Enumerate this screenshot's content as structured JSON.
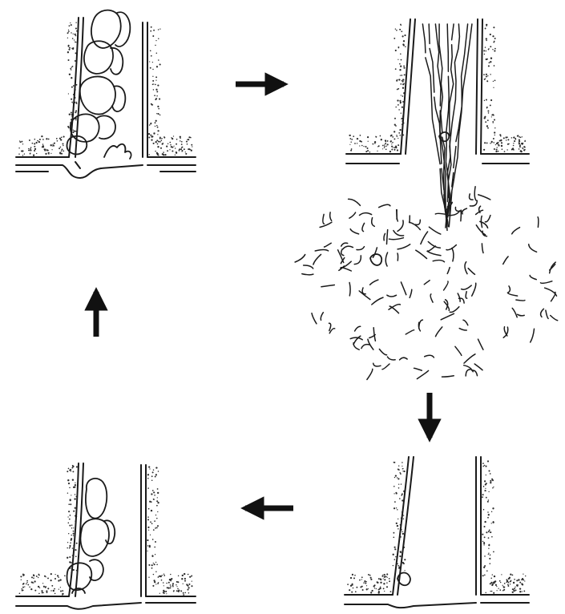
{
  "figure": {
    "panels": [
      {
        "id": "top-left",
        "stage": "cells-developing-in-canal"
      },
      {
        "id": "top-right",
        "stage": "contents-released-as-mass"
      },
      {
        "id": "bottom-right",
        "stage": "empty-canal-with-initial-cell"
      },
      {
        "id": "bottom-left",
        "stage": "cells-regrowing-in-canal"
      }
    ],
    "arrows": [
      {
        "from": "top-left",
        "to": "top-right",
        "direction": "right"
      },
      {
        "from": "top-right",
        "to": "bottom-right",
        "direction": "down"
      },
      {
        "from": "bottom-right",
        "to": "bottom-left",
        "direction": "left"
      },
      {
        "from": "bottom-left",
        "to": "top-left",
        "direction": "up"
      }
    ],
    "colors": {
      "ink": "#1a1a1a",
      "background": "#ffffff"
    }
  }
}
